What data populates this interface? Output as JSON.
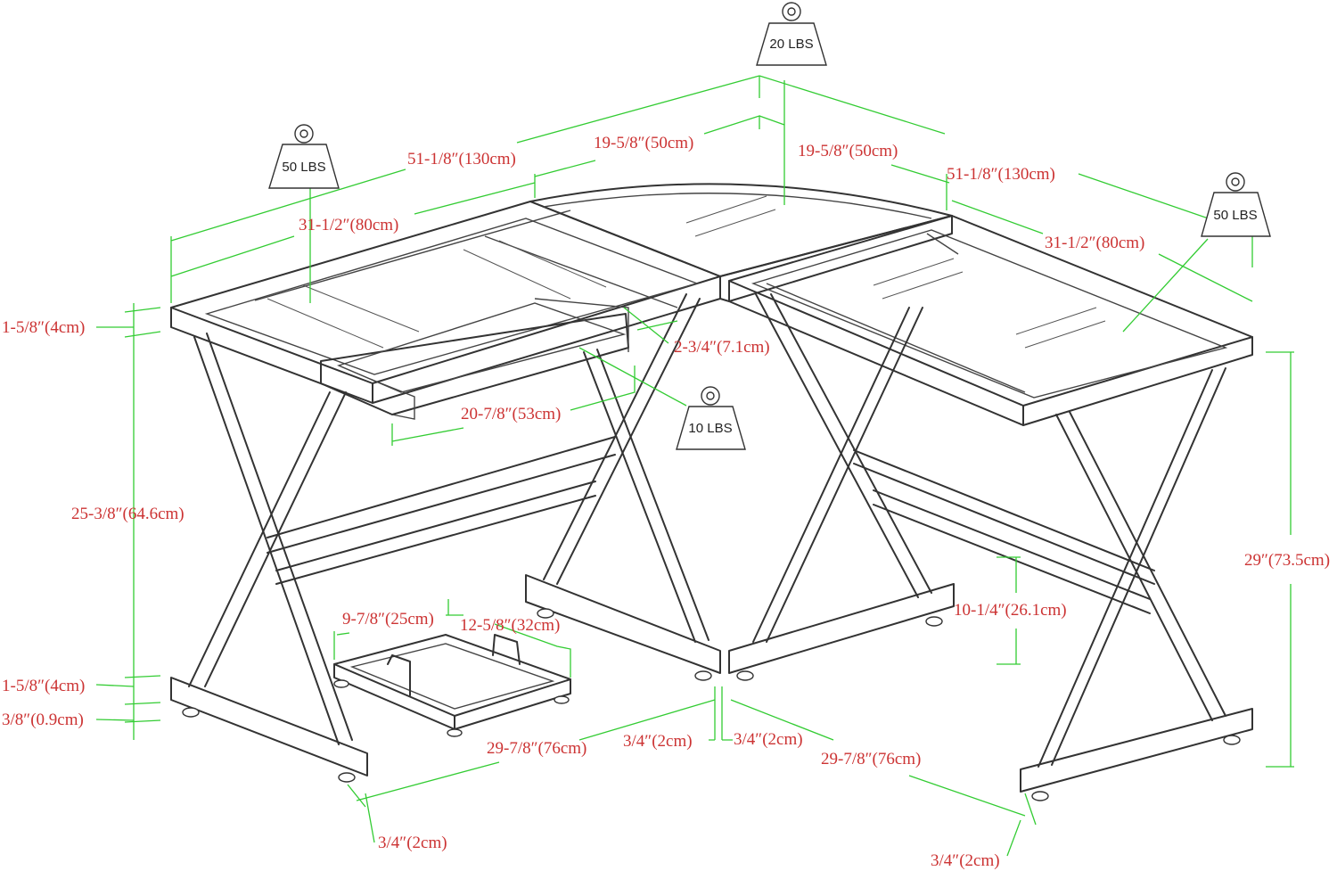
{
  "weights": {
    "top_center": "20 LBS",
    "left_top": "50 LBS",
    "right_top": "50 LBS",
    "keyboard_tray": "10 LBS"
  },
  "dimensions": {
    "left_length": "51-1/8″(130cm)",
    "left_corner": "19-5/8″(50cm)",
    "right_corner": "19-5/8″(50cm)",
    "right_length": "51-1/8″(130cm)",
    "left_depth": "31-1/2″(80cm)",
    "right_depth": "31-1/2″(80cm)",
    "top_thickness": "1-5/8″(4cm)",
    "tray_drop": "2-3/4″(7.1cm)",
    "tray_width": "20-7/8″(53cm)",
    "leg_height": "25-3/8″(64.6cm)",
    "total_height": "29″(73.5cm)",
    "shelf_height": "10-1/4″(26.1cm)",
    "stand_width": "9-7/8″(25cm)",
    "stand_depth": "12-5/8″(32cm)",
    "foot_bar_height": "1-5/8″(4cm)",
    "foot_height": "3/8″(0.9cm)",
    "left_base_length": "29-7/8″(76cm)",
    "left_inner_foot": "3/4″(2cm)",
    "right_inner_foot": "3/4″(2cm)",
    "right_base_length": "29-7/8″(76cm)",
    "left_outer_foot": "3/4″(2cm)",
    "right_outer_foot": "3/4″(2cm)"
  }
}
